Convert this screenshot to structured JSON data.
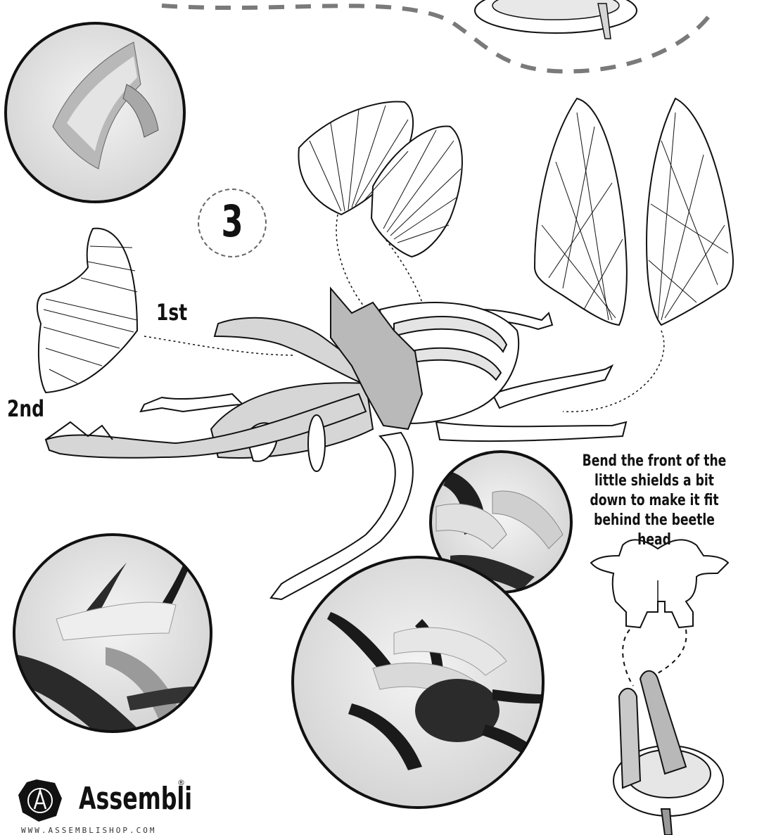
{
  "diagram": {
    "step_number": "3",
    "order_first": "1st",
    "order_second": "2nd",
    "instruction": "Bend the front of the little shields a bit down to make it fit behind the beetle head",
    "brand_name": "Assembli",
    "brand_reg_mark": "®",
    "brand_url": "WWW.ASSEMBLISHOP.COM"
  },
  "colors": {
    "line": "#111111",
    "dash": "#7a7a7a",
    "part_fill": "#d6d6d6",
    "dark_part": "#2a2a2a",
    "photo_bg": "#eeeeee"
  }
}
